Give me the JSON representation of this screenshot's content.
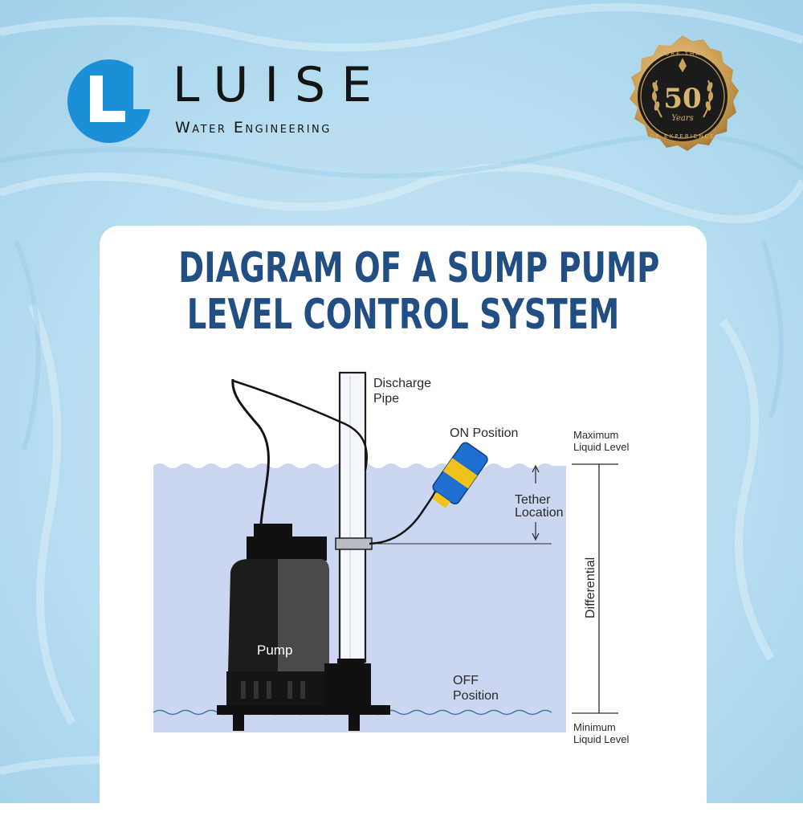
{
  "brand": {
    "name": "LUISE",
    "tagline": "Water Engineering",
    "colors": {
      "logo_blue": "#1c8fd9",
      "text_dark": "#141414"
    }
  },
  "badge": {
    "icon": "50-years-experience-seal",
    "top_text": "MORE THAN",
    "number": "50",
    "unit": "Years",
    "bottom_text": "OF EXPERIENCE"
  },
  "title": {
    "line1": "DIAGRAM OF A SUMP PUMP",
    "line2": "LEVEL CONTROL SYSTEM",
    "color": "#224f83"
  },
  "diagram": {
    "labels": {
      "discharge_pipe": [
        "Discharge",
        "Pipe"
      ],
      "on_position": "ON Position",
      "max_level": [
        "Maximum",
        "Liquid Level"
      ],
      "tether_location": [
        "Tether",
        "Location"
      ],
      "differential": "Differential",
      "pump": "Pump",
      "off_position": [
        "OFF",
        "Position"
      ],
      "min_level": [
        "Minimum",
        "Liquid Level"
      ]
    },
    "colors": {
      "water": "#cbd6f1",
      "pump_body": "#1c1c1c",
      "float_blue": "#1f6fd0",
      "float_yellow": "#f0c21c"
    }
  }
}
